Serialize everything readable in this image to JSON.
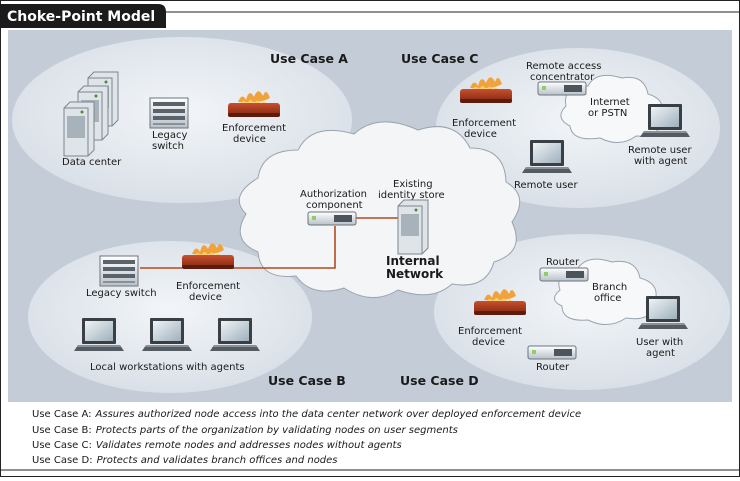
{
  "title": "Choke-Point Model",
  "use_cases": {
    "a": "Use Case A",
    "b": "Use Case B",
    "c": "Use Case C",
    "d": "Use Case D"
  },
  "labels": {
    "data_center": "Data center",
    "legacy_switch_a": [
      "Legacy",
      "switch"
    ],
    "enforcement_a": [
      "Enforcement",
      "device"
    ],
    "authorization": [
      "Authorization",
      "component"
    ],
    "identity_store": [
      "Existing",
      "identity store"
    ],
    "internal_network": [
      "Internal",
      "Network"
    ],
    "remote_access": [
      "Remote access",
      "concentrator"
    ],
    "internet_pstn": [
      "Internet",
      "or PSTN"
    ],
    "enforcement_c": [
      "Enforcement",
      "device"
    ],
    "remote_user_agent": [
      "Remote user",
      "with agent"
    ],
    "remote_user": "Remote user",
    "legacy_switch_b": "Legacy switch",
    "enforcement_b": [
      "Enforcement",
      "device"
    ],
    "workstations": "Local workstations with agents",
    "router_d1": "Router",
    "branch_office": [
      "Branch",
      "office"
    ],
    "enforcement_d": [
      "Enforcement",
      "device"
    ],
    "router_d2": "Router",
    "user_agent_d": [
      "User with",
      "agent"
    ]
  },
  "captions": [
    {
      "key": "Use Case A:",
      "text": "Assures authorized node access into the data center network over deployed enforcement device"
    },
    {
      "key": "Use Case B:",
      "text": "Protects parts of the organization by validating nodes on user segments"
    },
    {
      "key": "Use Case C:",
      "text": "Validates remote nodes and addresses nodes without agents"
    },
    {
      "key": "Use Case D:",
      "text": "Protects and validates branch offices and nodes"
    }
  ],
  "colors": {
    "panel": "#c8d2dc",
    "ellipse": "#e4e9ef",
    "cloud": "#f4f5f7",
    "link": "#b34a1e",
    "firewall": "#a8341c",
    "flame": "#e88a2a"
  }
}
